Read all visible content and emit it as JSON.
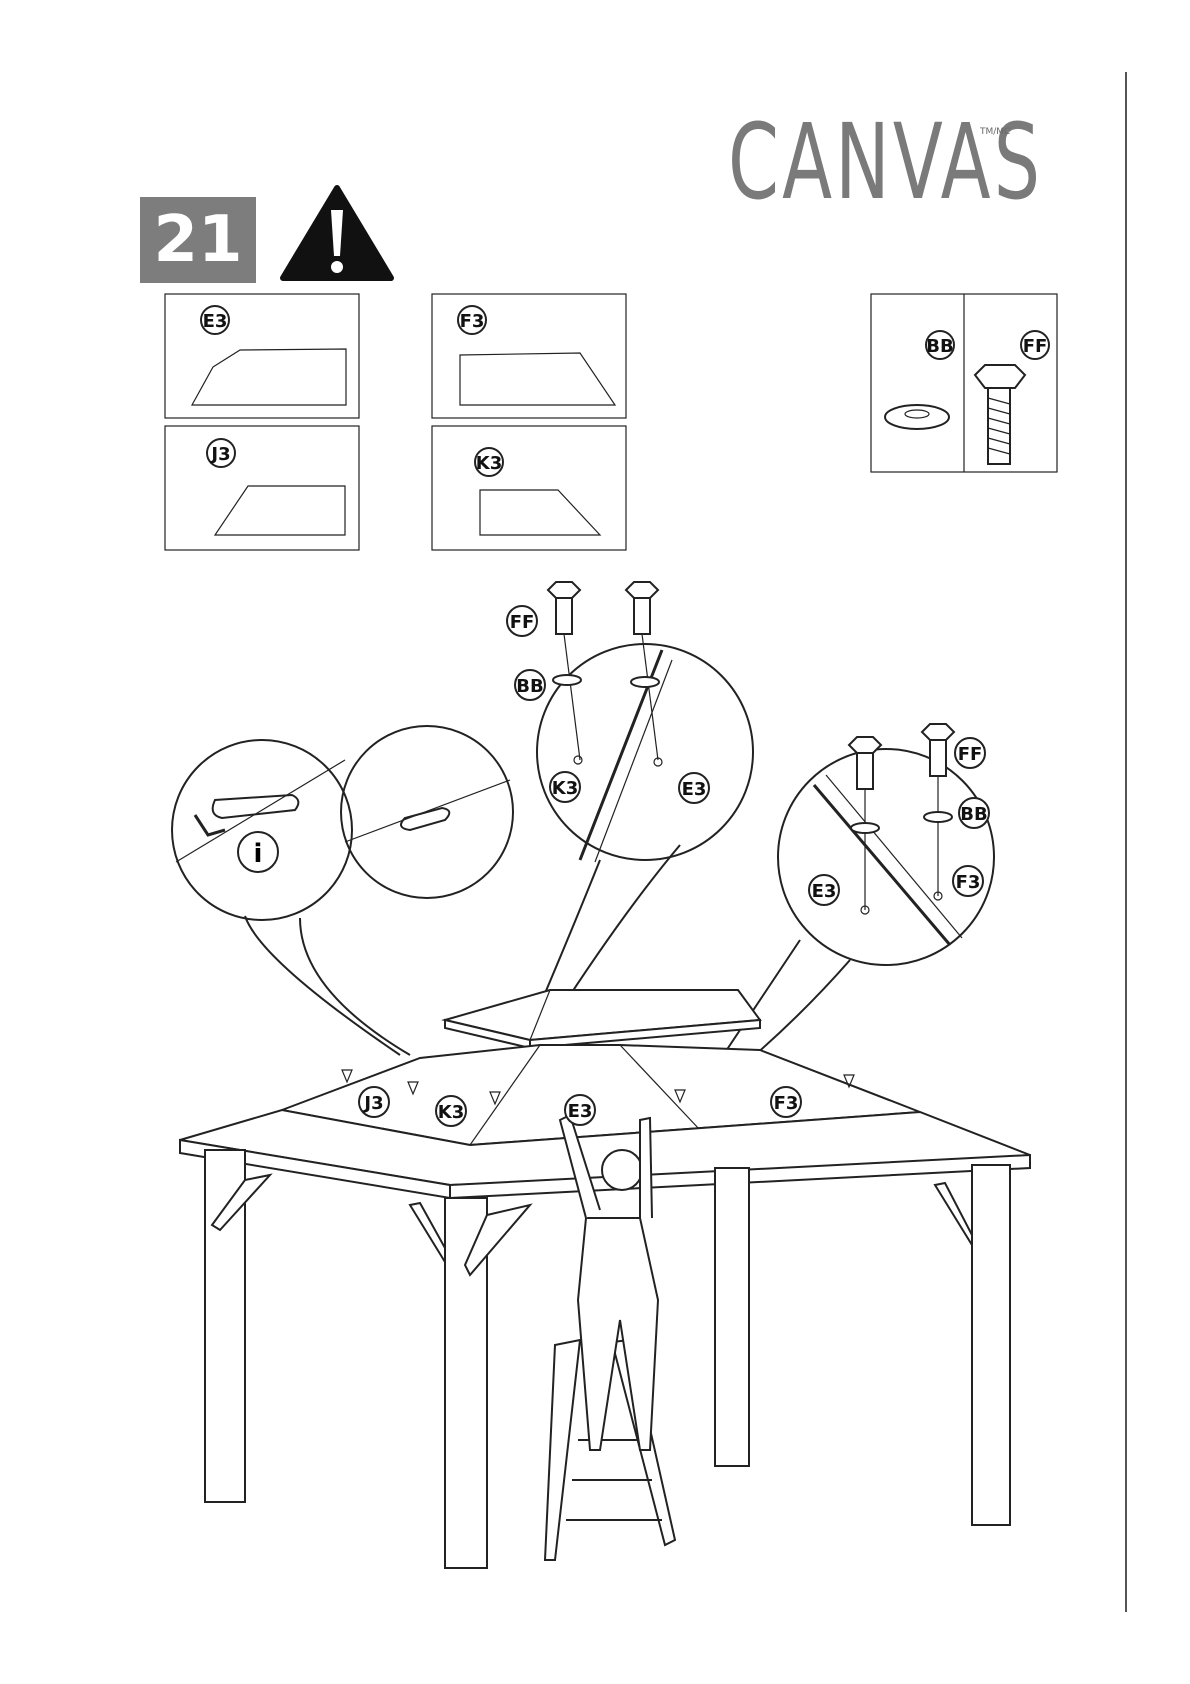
{
  "brand": {
    "name": "CANVAS",
    "trademark": "TM/MC"
  },
  "step": {
    "number": "21"
  },
  "panels": [
    {
      "code": "E3"
    },
    {
      "code": "F3"
    },
    {
      "code": "J3"
    },
    {
      "code": "K3"
    }
  ],
  "hardware": [
    {
      "code": "BB"
    },
    {
      "code": "FF"
    }
  ],
  "callouts": {
    "detail_top_ff": "FF",
    "detail_top_bb": "BB",
    "detail_top_k3": "K3",
    "detail_top_e3": "E3",
    "detail_right_ff": "FF",
    "detail_right_bb": "BB",
    "detail_right_e3": "E3",
    "detail_right_f3": "F3",
    "info_symbol": "i"
  },
  "roof_labels": {
    "j3": "J3",
    "k3": "K3",
    "e3": "E3",
    "f3": "F3"
  },
  "colors": {
    "step_badge": "#7d7d7d",
    "brand_text": "#7a7a7a",
    "line": "#222222"
  }
}
